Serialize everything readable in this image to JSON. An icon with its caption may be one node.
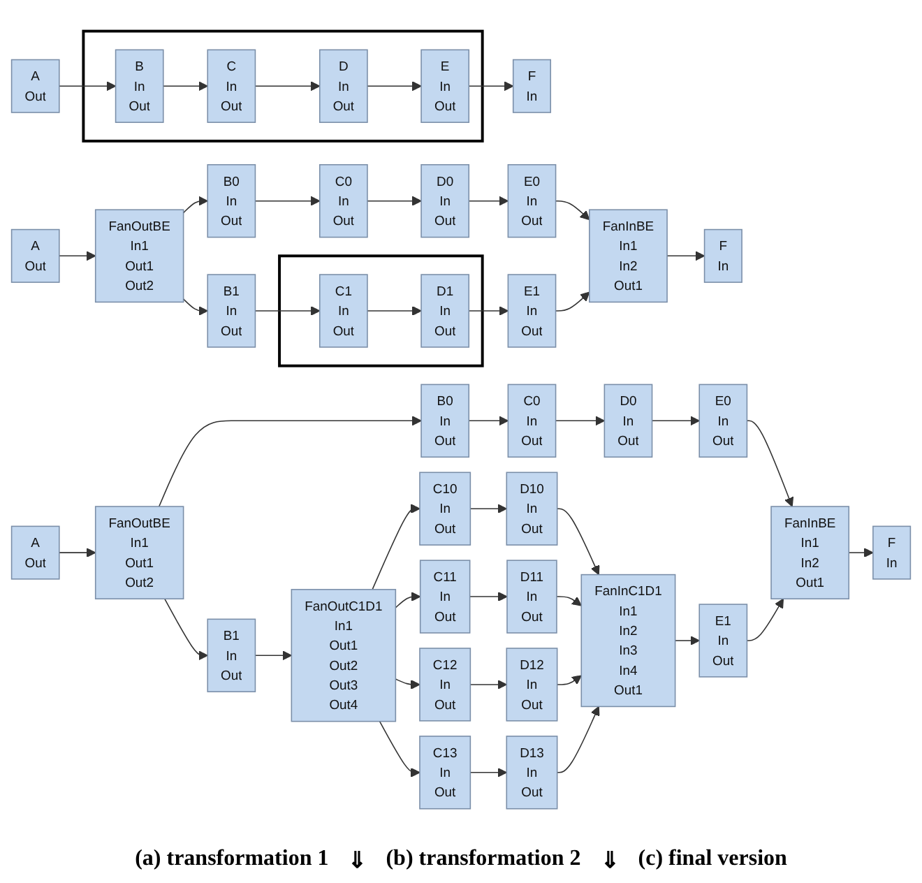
{
  "diagram": {
    "nodes": [
      {
        "text": [
          "A",
          "Out"
        ]
      },
      {
        "text": [],
        "shape": "box"
      },
      {
        "text": [
          "B",
          "In",
          "Out"
        ],
        "in": 1
      },
      {
        "text": [
          "C",
          "In",
          "Out"
        ],
        "in": 1
      },
      {
        "text": [
          "D",
          "In",
          "Out"
        ],
        "in": 1
      },
      {
        "text": [
          "E",
          "In",
          "Out"
        ],
        "in": 1
      },
      {
        "text": [
          "F",
          "In"
        ]
      },
      {
        "text": [
          "B0",
          "In",
          "Out"
        ]
      },
      {
        "text": [
          "C0",
          "In",
          "Out"
        ]
      },
      {
        "text": [
          "D0",
          "In",
          "Out"
        ]
      },
      {
        "text": [
          "E0",
          "In",
          "Out"
        ]
      },
      {
        "text": [
          "A",
          "Out"
        ]
      },
      {
        "text": [
          "FanOutBE",
          "In1",
          "Out1",
          "Out2"
        ]
      },
      {
        "text": [
          "B1",
          "In",
          "Out"
        ]
      },
      {
        "text": [],
        "shape": "box"
      },
      {
        "text": [
          "C1",
          "In",
          "Out"
        ],
        "in": 14
      },
      {
        "text": [
          "D1",
          "In",
          "Out"
        ],
        "in": 14
      },
      {
        "text": [
          "E1",
          "In",
          "Out"
        ]
      },
      {
        "text": [
          "FanInBE",
          "In1",
          "In2",
          "Out1"
        ]
      },
      {
        "text": [
          "F",
          "In"
        ]
      },
      {
        "text": [
          "B0",
          "In",
          "Out"
        ]
      },
      {
        "text": [
          "C0",
          "In",
          "Out"
        ]
      },
      {
        "text": [
          "D0",
          "In",
          "Out"
        ]
      },
      {
        "text": [
          "E0",
          "In",
          "Out"
        ]
      },
      {
        "text": [
          "C10",
          "In",
          "Out"
        ]
      },
      {
        "text": [
          "D10",
          "In",
          "Out"
        ]
      },
      {
        "text": [
          "C11",
          "In",
          "Out"
        ]
      },
      {
        "text": [
          "D11",
          "In",
          "Out"
        ]
      },
      {
        "text": [
          "FanInBE",
          "In1",
          "In2",
          "Out1"
        ]
      },
      {
        "text": [
          "F",
          "In"
        ]
      },
      {
        "text": [
          "C12",
          "In",
          "Out"
        ]
      },
      {
        "text": [
          "D12",
          "In",
          "Out"
        ]
      },
      {
        "text": [
          "FanInC1D1",
          "In1",
          "In2",
          "In3",
          "In4",
          "Out1"
        ]
      },
      {
        "text": [
          "E1",
          "In",
          "Out"
        ]
      },
      {
        "text": [
          "A",
          "Out"
        ]
      },
      {
        "text": [
          "FanOutBE",
          "In1",
          "Out1",
          "Out2"
        ]
      },
      {
        "text": [
          "B1",
          "In",
          "Out"
        ]
      },
      {
        "text": [
          "FanOutC1D1",
          "In1",
          "Out1",
          "Out2",
          "Out3",
          "Out4"
        ]
      },
      {
        "text": [
          "C13",
          "In",
          "Out"
        ]
      },
      {
        "text": [
          "D13",
          "In",
          "Out"
        ]
      }
    ],
    "edges": [
      {
        "from": 0,
        "to": 2,
        "arrow": "to"
      },
      {
        "from": 2,
        "to": 3,
        "arrow": "to"
      },
      {
        "from": 3,
        "to": 4,
        "arrow": "to"
      },
      {
        "from": 4,
        "to": 5,
        "arrow": "to"
      },
      {
        "from": 5,
        "to": 6,
        "arrow": "to"
      },
      {
        "from": 11,
        "to": 12,
        "arrow": "to"
      },
      {
        "from": 12,
        "to": 7,
        "arrow": "to"
      },
      {
        "from": 12,
        "to": 13,
        "arrow": "to"
      },
      {
        "from": 7,
        "to": 8,
        "arrow": "to"
      },
      {
        "from": 8,
        "to": 9,
        "arrow": "to"
      },
      {
        "from": 9,
        "to": 10,
        "arrow": "to"
      },
      {
        "from": 10,
        "to": 18,
        "arrow": "to"
      },
      {
        "from": 13,
        "to": 15,
        "arrow": "to"
      },
      {
        "from": 15,
        "to": 16,
        "arrow": "to"
      },
      {
        "from": 16,
        "to": 17,
        "arrow": "to"
      },
      {
        "from": 17,
        "to": 18,
        "arrow": "to"
      },
      {
        "from": 18,
        "to": 19,
        "arrow": "to"
      },
      {
        "from": 34,
        "to": 35,
        "arrow": "to"
      },
      {
        "from": 35,
        "to": 20,
        "arrow": "to"
      },
      {
        "from": 35,
        "to": 36,
        "arrow": "to"
      },
      {
        "from": 20,
        "to": 21,
        "arrow": "to"
      },
      {
        "from": 21,
        "to": 22,
        "arrow": "to"
      },
      {
        "from": 22,
        "to": 23,
        "arrow": "to"
      },
      {
        "from": 23,
        "to": 28,
        "arrow": "to"
      },
      {
        "from": 36,
        "to": 37,
        "arrow": "to"
      },
      {
        "from": 37,
        "to": 24,
        "arrow": "to"
      },
      {
        "from": 37,
        "to": 26,
        "arrow": "to"
      },
      {
        "from": 37,
        "to": 30,
        "arrow": "to"
      },
      {
        "from": 37,
        "to": 38,
        "arrow": "to"
      },
      {
        "from": 24,
        "to": 25,
        "arrow": "to"
      },
      {
        "from": 26,
        "to": 27,
        "arrow": "to"
      },
      {
        "from": 30,
        "to": 31,
        "arrow": "to"
      },
      {
        "from": 38,
        "to": 39,
        "arrow": "to"
      },
      {
        "from": 25,
        "to": 32,
        "arrow": "to"
      },
      {
        "from": 27,
        "to": 32,
        "arrow": "to"
      },
      {
        "from": 31,
        "to": 32,
        "arrow": "to"
      },
      {
        "from": 39,
        "to": 32,
        "arrow": "to"
      },
      {
        "from": 32,
        "to": 33,
        "arrow": "to"
      },
      {
        "from": 33,
        "to": 28,
        "arrow": "to"
      },
      {
        "from": 28,
        "to": 29,
        "arrow": "to"
      }
    ],
    "labels": [
      "(a) transformation 1",
      "⇓",
      "(b) transformation 2",
      "⇓",
      "(c) final version"
    ]
  }
}
